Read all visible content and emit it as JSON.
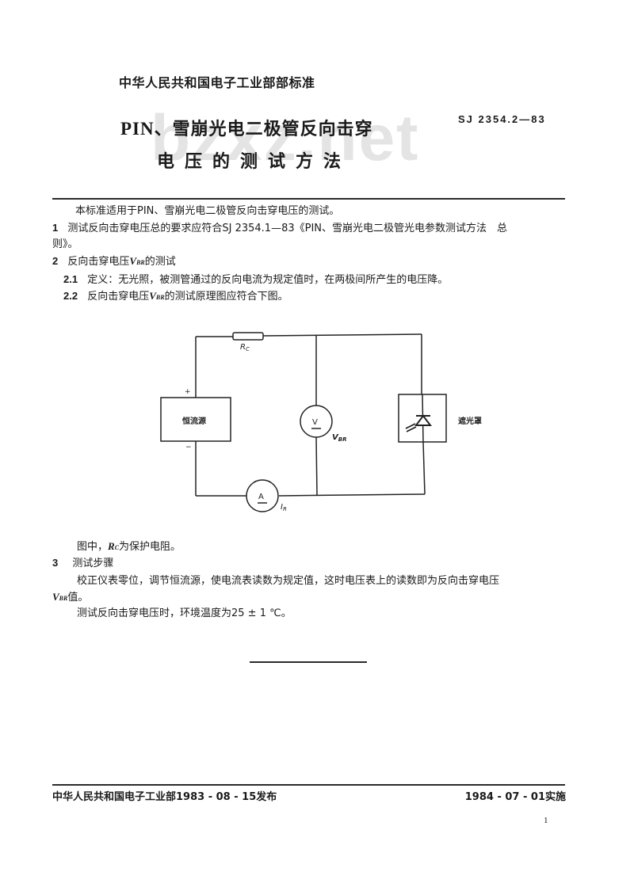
{
  "watermark": "bzxz.net",
  "header": {
    "organization": "中华人民共和国电子工业部部标准",
    "title_line1_latin": "PIN",
    "title_line1_rest": "、雪崩光电二极管反向击穿",
    "title_line2": "电压的测试方法",
    "standard_number": "SJ 2354.2—83"
  },
  "body": {
    "intro": "本标准适用于PIN、雪崩光电二极管反向击穿电压的测试。",
    "section1": {
      "number": "1",
      "text_line1": "测试反向击穿电压总的要求应符合SJ 2354.1—83《PIN、雪崩光电二极管光电参数测试方法　总",
      "text_line2": "则》。"
    },
    "section2": {
      "number": "2",
      "title_pre": "反向击穿电压",
      "symbol": "V",
      "symbol_sub": "BR",
      "title_post": "的测试",
      "sub1": {
        "number": "2.1",
        "text": "定义：无光照，被测管通过的反向电流为规定值时，在两极间所产生的电压降。"
      },
      "sub2": {
        "number": "2.2",
        "text_pre": "反向击穿电压",
        "symbol": "V",
        "symbol_sub": "BR",
        "text_post": "的测试原理图应符合下图。"
      }
    },
    "figure_note": {
      "pre": "图中，",
      "symbol": "R",
      "symbol_sub": "C",
      "post": "为保护电阻。"
    },
    "section3": {
      "number": "3",
      "title": "测试步骤",
      "para1_line1": "校正仪表零位，调节恒流源，使电流表读数为规定值，这时电压表上的读数即为反向击穿电压",
      "para1_symbol": "V",
      "para1_symbol_sub": "BR",
      "para1_line2_post": "值。",
      "para2": "测试反向击穿电压时，环境温度为25 ± 1 ℃。"
    }
  },
  "circuit": {
    "resistor_label": "R",
    "resistor_label_sub": "C",
    "source_label": "恒流源",
    "plus": "+",
    "minus": "−",
    "voltmeter_symbol": "V",
    "voltmeter_label": "V",
    "voltmeter_label_sub": "BR",
    "ammeter_symbol": "A",
    "ammeter_label": "I",
    "ammeter_label_sub": "R",
    "shield_label": "遮光罩"
  },
  "footer": {
    "issued": "中华人民共和国电子工业部1983 - 08 - 15发布",
    "effective": "1984 - 07 - 01实施",
    "page_number": "1"
  }
}
